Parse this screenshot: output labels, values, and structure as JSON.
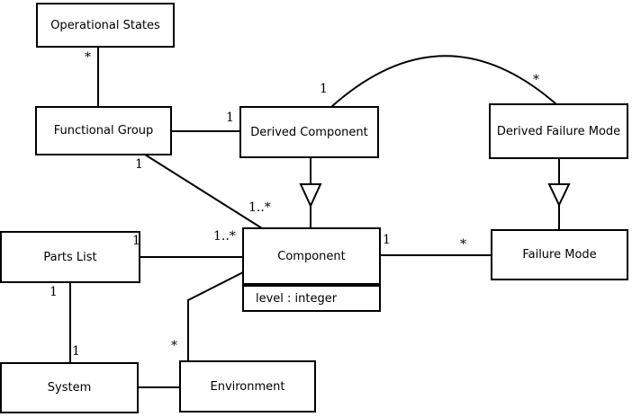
{
  "diagram": {
    "type": "uml-class-diagram",
    "background_color": "#ffffff",
    "line_color": "#000000",
    "box_fill_color": "#ffffff",
    "text_color": "#000000",
    "classes": [
      {
        "id": "operational-states",
        "label": "Operational States"
      },
      {
        "id": "functional-group",
        "label": "Functional Group"
      },
      {
        "id": "derived-component",
        "label": "Derived Component"
      },
      {
        "id": "derived-failure-mode",
        "label": "Derived Failure Mode"
      },
      {
        "id": "parts-list",
        "label": "Parts List"
      },
      {
        "id": "component",
        "label": "Component",
        "attributes": [
          "level : integer"
        ]
      },
      {
        "id": "failure-mode",
        "label": "Failure Mode"
      },
      {
        "id": "system",
        "label": "System"
      },
      {
        "id": "environment",
        "label": "Environment"
      }
    ],
    "relationships": [
      {
        "name": "operational-states to functional-group",
        "type": "association",
        "from": "Operational States",
        "to": "Functional Group",
        "from_label": "*"
      },
      {
        "name": "functional-group to derived-component",
        "type": "association",
        "from": "Functional Group",
        "to": "Derived Component",
        "to_label": "1"
      },
      {
        "name": "derived-component to derived-failure-mode",
        "type": "association-arc",
        "from": "Derived Component",
        "to": "Derived Failure Mode",
        "from_label": "1",
        "to_label": "*"
      },
      {
        "name": "functional-group to component",
        "type": "association",
        "from": "Functional Group",
        "to": "Component",
        "from_label": "1",
        "to_label": "1..*"
      },
      {
        "name": "parts-list to component",
        "type": "association",
        "from": "Parts List",
        "to": "Component",
        "from_label": "1",
        "to_label": "1..*"
      },
      {
        "name": "component to failure-mode",
        "type": "association",
        "from": "Component",
        "to": "Failure Mode",
        "from_label": "1",
        "to_label": "*"
      },
      {
        "name": "derived-component to component",
        "type": "generalization",
        "from": "Derived Component",
        "to": "Component"
      },
      {
        "name": "derived-failure-mode to failure-mode",
        "type": "generalization",
        "from": "Derived Failure Mode",
        "to": "Failure Mode"
      },
      {
        "name": "parts-list to system",
        "type": "association",
        "from": "Parts List",
        "to": "System",
        "from_label": "1",
        "to_label": "1"
      },
      {
        "name": "system to environment",
        "type": "association",
        "from": "System",
        "to": "Environment"
      },
      {
        "name": "environment to component",
        "type": "association",
        "from": "Environment",
        "to": "Component",
        "from_label": "*"
      }
    ]
  }
}
